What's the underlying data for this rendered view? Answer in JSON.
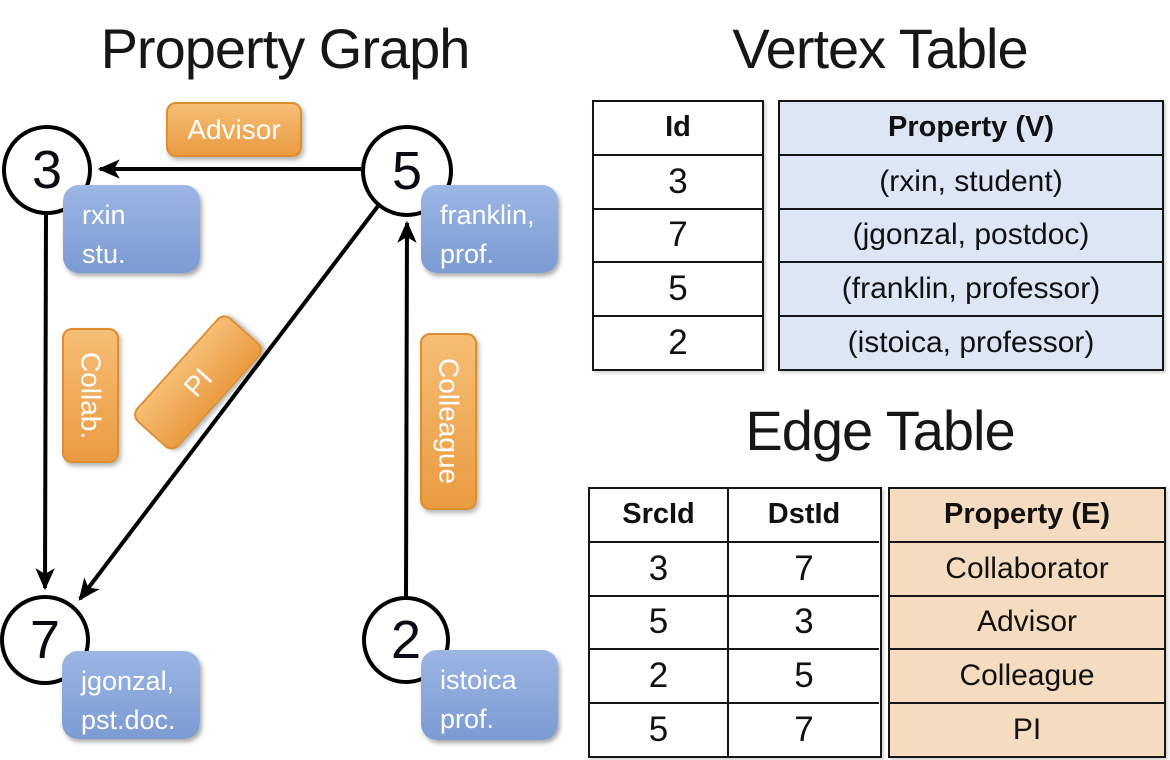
{
  "titles": {
    "graph": "Property Graph",
    "vertex": "Vertex Table",
    "edge": "Edge Table"
  },
  "graph": {
    "nodes": [
      {
        "id": "3",
        "lines": [
          "rxin",
          "stu."
        ]
      },
      {
        "id": "5",
        "lines": [
          "franklin,",
          "prof."
        ]
      },
      {
        "id": "7",
        "lines": [
          "jgonzal,",
          "pst.doc."
        ]
      },
      {
        "id": "2",
        "lines": [
          "istoica",
          "prof."
        ]
      }
    ],
    "edge_labels": [
      "Advisor",
      "Collab.",
      "PI",
      "Colleague"
    ],
    "edges": [
      {
        "from": "5",
        "to": "3",
        "label": "Advisor"
      },
      {
        "from": "3",
        "to": "7",
        "label": "Collab."
      },
      {
        "from": "5",
        "to": "7",
        "label": "PI"
      },
      {
        "from": "2",
        "to": "5",
        "label": "Colleague"
      }
    ]
  },
  "vertex_table": {
    "headers": [
      "Id",
      "Property (V)"
    ],
    "rows": [
      [
        "3",
        "(rxin, student)"
      ],
      [
        "7",
        "(jgonzal, postdoc)"
      ],
      [
        "5",
        "(franklin, professor)"
      ],
      [
        "2",
        "(istoica, professor)"
      ]
    ]
  },
  "edge_table": {
    "headers": [
      "SrcId",
      "DstId",
      "Property (E)"
    ],
    "rows": [
      [
        "3",
        "7",
        "Collaborator"
      ],
      [
        "5",
        "3",
        "Advisor"
      ],
      [
        "2",
        "5",
        "Colleague"
      ],
      [
        "5",
        "7",
        "PI"
      ]
    ]
  },
  "colors": {
    "orange-light": "#F6BE75",
    "orange-dark": "#EA9B41",
    "orange-border": "#DE8E2F",
    "blue-light": "#9CB6E5",
    "blue-dark": "#7B9BD2",
    "vertex-cell-bg": "#DCE6F4",
    "edge-cell-bg": "#F5DCC0"
  }
}
